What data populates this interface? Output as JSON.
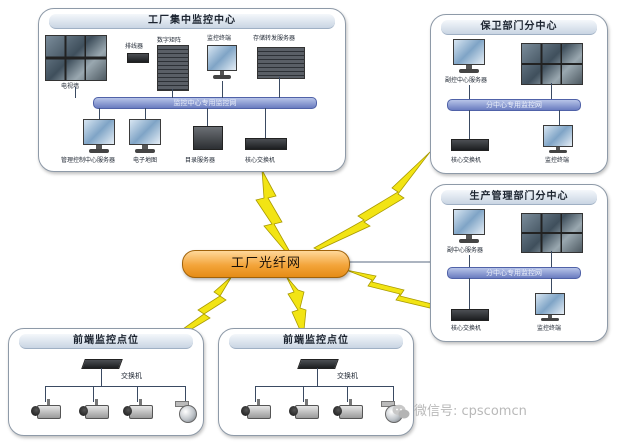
{
  "colors": {
    "bolt": "#f2e414",
    "bolt_outline": "#a99a00",
    "fiber": "#f3a43a",
    "bus": "#6a7cc0",
    "panel_border": "#8e9aa8"
  },
  "fiber_network": {
    "label": "工厂光纤网"
  },
  "central_center": {
    "title": "工厂集中监控中心",
    "bus_label": "监控中心专用监控网",
    "devices": {
      "video_wall": "电视墙",
      "matrix": "排线器",
      "digital_matrix": "数字矩阵",
      "monitor_terminal": "监控终端",
      "storage_server": "存储转发服务器",
      "management_server": "管理控制中心服务器",
      "e_map": "电子地图",
      "directory_server": "目录服务器",
      "core_switch": "核心交换机"
    }
  },
  "security_center": {
    "title": "保卫部门分中心",
    "bus_label": "分中心专用监控网",
    "devices": {
      "sub_center_server": "副控中心服务器",
      "core_switch": "核心交换机",
      "monitor_terminal": "监控终端"
    }
  },
  "production_center": {
    "title": "生产管理部门分中心",
    "bus_label": "分中心专用监控网",
    "devices": {
      "sub_center_server": "副中心服务器",
      "core_switch": "核心交换机",
      "monitor_terminal": "监控终端"
    }
  },
  "front_end_left": {
    "title": "前端监控点位",
    "switch_label": "交换机"
  },
  "front_end_right": {
    "title": "前端监控点位",
    "switch_label": "交换机"
  },
  "watermark": {
    "text": "微信号: cpscomcn",
    "icon": "wechat-icon"
  }
}
